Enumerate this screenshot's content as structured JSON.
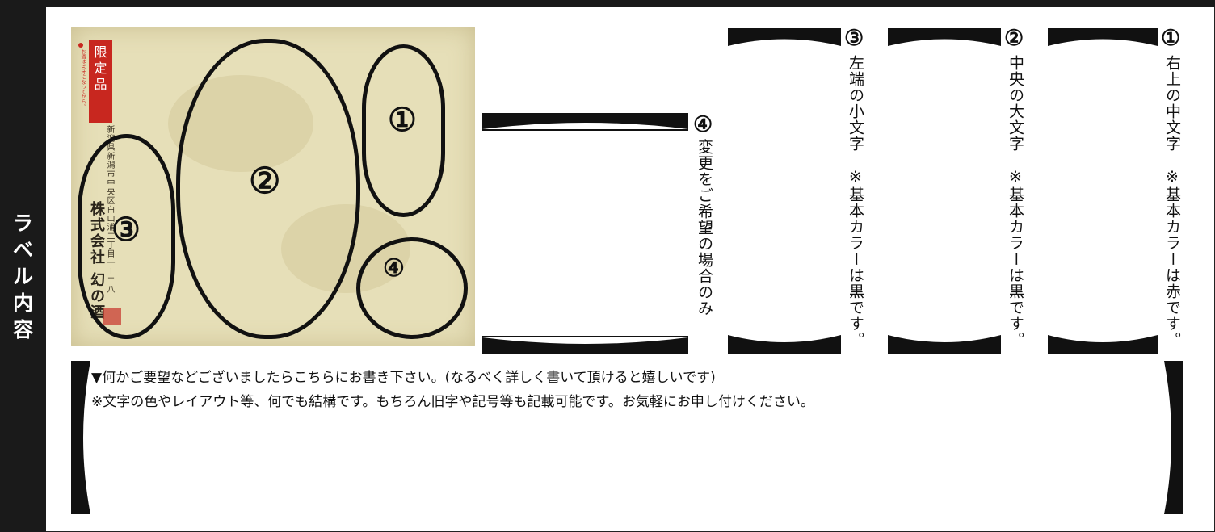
{
  "side_title": [
    "ラ",
    "ベ",
    "ル",
    "内",
    "容"
  ],
  "label_image": {
    "seal_chars": [
      "限",
      "定",
      "品"
    ],
    "tiny_note": "お酒は20才になってから。",
    "address": [
      "新潟県新潟市中央区白山浦二丁目一ー二八"
    ],
    "company": [
      "株式会社",
      "幻の酒"
    ],
    "oval_numbers": [
      "①",
      "②",
      "③",
      "④"
    ]
  },
  "boxes": [
    {
      "num": "①",
      "text": "右上の中文字　※基本カラーは赤です。"
    },
    {
      "num": "②",
      "text": "中央の大文字　※基本カラーは黒です。"
    },
    {
      "num": "③",
      "text": "左端の小文字　※基本カラーは黒です。"
    },
    {
      "num": "④",
      "text": "変更をご希望の場合のみ"
    }
  ],
  "request": {
    "line1": "▼何かご要望などございましたらこちらにお書き下さい。(なるべく詳しく書いて頂けると嬉しいです)",
    "line2": "※文字の色やレイアウト等、何でも結構です。もちろん旧字や記号等も記載可能です。お気軽にお申し付けください。"
  },
  "colors": {
    "dark": "#1a1a1a",
    "seal_red": "#c8271f",
    "paper": "#e6dfb8"
  }
}
